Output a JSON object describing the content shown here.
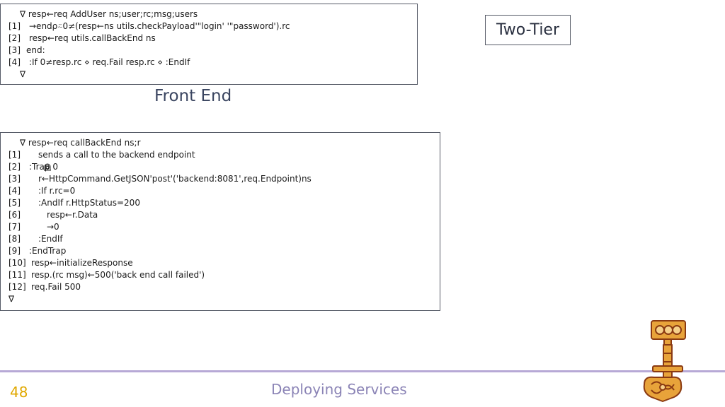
{
  "slide": {
    "title": "Two-Tier",
    "subtitle": "Front End",
    "footer_title": "Deploying Services",
    "page_number": "48"
  },
  "code_block_1": {
    "lines": [
      {
        "num": "",
        "text": "∇ resp←req AddUser ns;user;rc;msg;users"
      },
      {
        "num": "[1]",
        "text": "→endρ⍨0≠(resp←ns utils.checkPayload'\"login' '\"password').rc"
      },
      {
        "num": "[2]",
        "text": "resp←req utils.callBackEnd ns"
      },
      {
        "num": "[3]",
        "text": "end:"
      },
      {
        "num": "[4]",
        "text": ":If 0≠resp.rc ⋄ req.Fail resp.rc ⋄ :EndIf"
      },
      {
        "num": "",
        "text": "∇"
      }
    ]
  },
  "code_block_2": {
    "lines": [
      {
        "num": "",
        "text": "∇ resp←req callBackEnd ns;r"
      },
      {
        "num": "[1]",
        "text": "sends a call to the backend endpoint"
      },
      {
        "num": "[2]",
        "text": ":Trap 0"
      },
      {
        "num": "[3]",
        "text": "r←HttpCommand.GetJSON'post'('backend:8081',req.Endpoint)ns"
      },
      {
        "num": "[4]",
        "text": ":If r.rc=0"
      },
      {
        "num": "[5]",
        "text": ":AndIf r.HttpStatus=200"
      },
      {
        "num": "[6]",
        "text": "resp←r.Data"
      },
      {
        "num": "[7]",
        "text": "→0"
      },
      {
        "num": "[8]",
        "text": ":EndIf"
      },
      {
        "num": "[9]",
        "text": ":EndTrap"
      },
      {
        "num": "[10]",
        "text": "resp←initializeResponse"
      },
      {
        "num": "[11]",
        "text": "resp.(rc msg)←500('back end call failed')"
      },
      {
        "num": "[12]",
        "text": "req.Fail 500"
      },
      {
        "num": "",
        "text": "∇"
      }
    ]
  },
  "colors": {
    "accent_line": "#b7a9d6",
    "page_number": "#e0a800",
    "footer_title": "#8b84b6",
    "logo_stroke": "#8a3a12",
    "logo_fill": "#e8a33a"
  }
}
